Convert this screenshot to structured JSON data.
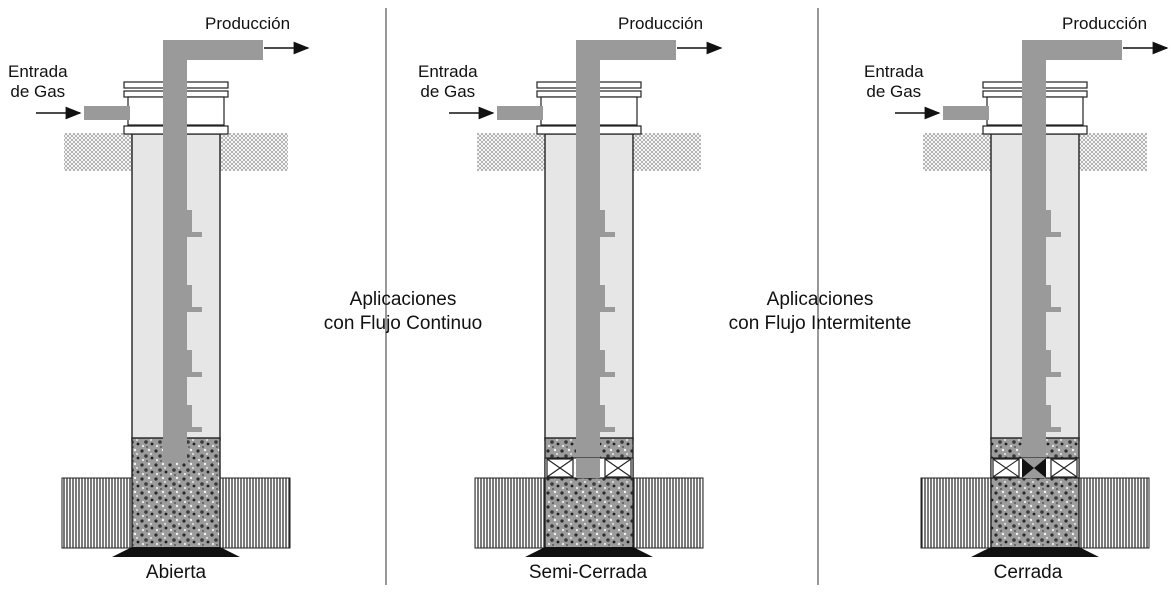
{
  "wells": [
    {
      "production_label": "Producción",
      "gas_inlet_label": "Entrada\nde Gas",
      "completion_label": "Abierta",
      "packer": "none",
      "standing_valve": false
    },
    {
      "production_label": "Producción",
      "gas_inlet_label": "Entrada\nde Gas",
      "completion_label": "Semi-Cerrada",
      "packer": "packer",
      "standing_valve": false
    },
    {
      "production_label": "Producción",
      "gas_inlet_label": "Entrada\nde Gas",
      "completion_label": "Cerrada",
      "packer": "packer",
      "standing_valve": true
    }
  ],
  "sections": {
    "continuous": {
      "line1": "Aplicaciones",
      "line2": "con Flujo Continuo"
    },
    "intermittent": {
      "line1": "Aplicaciones",
      "line2": "con Flujo Intermitente"
    }
  },
  "colors": {
    "tubing": "#9a9a9a",
    "casing_fill": "#e6e6e6",
    "outline": "#222222",
    "ground": "#6e6e6e"
  }
}
